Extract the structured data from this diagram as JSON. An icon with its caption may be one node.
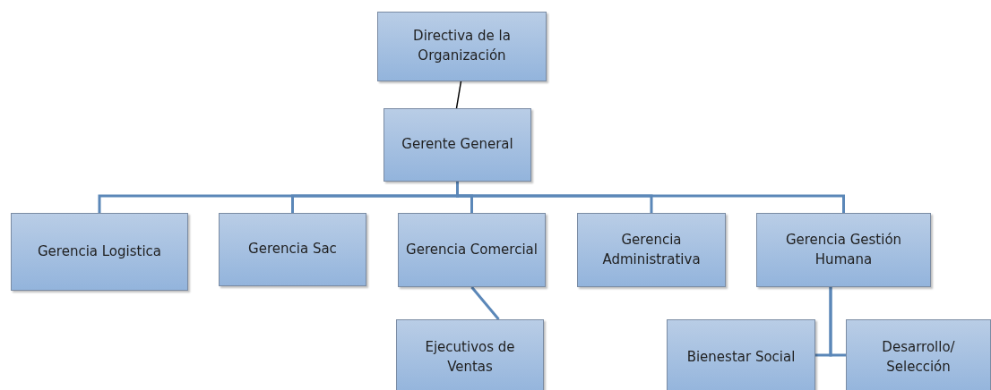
{
  "diagram": {
    "nodes": [
      {
        "text": [
          "Directiva de la Organización"
        ]
      },
      {
        "text": [
          "Gerente General"
        ]
      },
      {
        "text": [
          "Gerencia Logistica"
        ]
      },
      {
        "text": [
          "Gerencia Sac"
        ]
      },
      {
        "text": [
          "Gerencia Comercial"
        ]
      },
      {
        "text": [
          "Gerencia Administrativa"
        ]
      },
      {
        "text": [
          "Gerencia Gestión Humana"
        ]
      },
      {
        "text": [
          "Ejecutivos de Ventas"
        ]
      },
      {
        "text": [
          "Bienestar Social"
        ]
      },
      {
        "text": [
          "Desarrollo/ Selección"
        ]
      }
    ],
    "edges": [
      {
        "from": 0,
        "to": 1,
        "arrow": "none",
        "color": "#000000"
      },
      {
        "from": 1,
        "to": 2,
        "arrow": "none"
      },
      {
        "from": 1,
        "to": 3,
        "arrow": "none"
      },
      {
        "from": 1,
        "to": 4,
        "arrow": "none"
      },
      {
        "from": 1,
        "to": 5,
        "arrow": "none"
      },
      {
        "from": 1,
        "to": 6,
        "arrow": "none"
      },
      {
        "from": 4,
        "to": 7,
        "arrow": "none"
      },
      {
        "from": 6,
        "to": 8,
        "arrow": "none"
      },
      {
        "from": 6,
        "to": 9,
        "arrow": "none"
      }
    ]
  }
}
